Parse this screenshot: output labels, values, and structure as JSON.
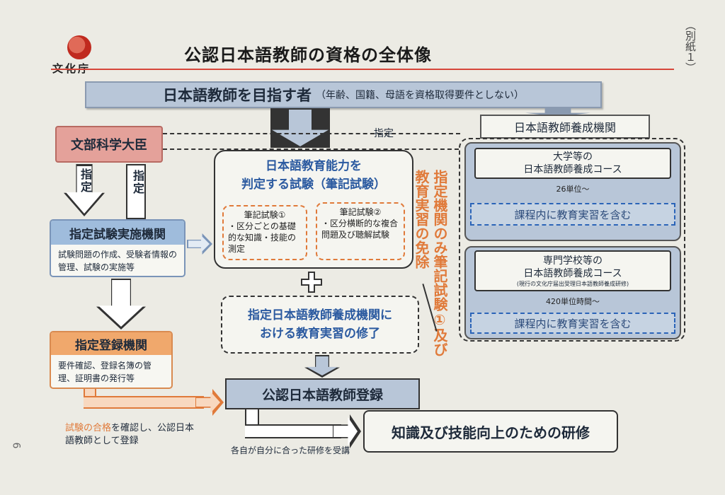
{
  "header": {
    "agency": "文化庁",
    "title": "公認日本語教師の資格の全体像",
    "annex": "（別紙１）",
    "page_number": "6"
  },
  "banner": {
    "main": "日本語教師を目指す者",
    "sub": "（年齢、国籍、母語を資格取得要件としない）"
  },
  "minister": "文部科学大臣",
  "designate_labels": {
    "top": "指定",
    "left1": "指定",
    "left2": "指定"
  },
  "exam_org": {
    "title": "指定試験実施機関",
    "body": "試験問題の作成、受験者情報の管理、試験の実施等"
  },
  "reg_org": {
    "title": "指定登録機関",
    "body": "要件確認、登録名簿の管理、証明書の発行等"
  },
  "exam": {
    "title_line1": "日本語教育能力を",
    "title_line2": "判定する試験（筆記試験）",
    "part1_title": "筆記試験①",
    "part1_body": "・区分ごとの基礎的な知識・技能の測定",
    "part2_title": "筆記試験②",
    "part2_body": "・区分横断的な複合問題及び聴解試験"
  },
  "practice": {
    "line1": "指定日本語教師養成機関に",
    "line2": "おける教育実習の修了"
  },
  "exemption": {
    "line1": "指定機関のみ筆記試験①及び",
    "line2": "教育実習の免除"
  },
  "institution": {
    "label": "日本語教師養成機関",
    "university": {
      "line1": "大学等の",
      "line2": "日本語教師養成コース",
      "units": "26単位～",
      "includes": "課程内に教育実習を含む"
    },
    "vocational": {
      "line1": "専門学校等の",
      "line2": "日本語教師養成コース",
      "note": "(現行の文化庁届出受理日本語教師養成研修)",
      "units": "420単位時間～",
      "includes": "課程内に教育実習を含む"
    }
  },
  "registration": "公認日本語教師登録",
  "training": "知識及び技能向上のための研修",
  "notes": {
    "pass_highlight": "試験の合格",
    "pass_rest1": "を確認し、公認日本",
    "pass_rest2": "語教師として登録",
    "self_training": "各自が自分に合った研修を受講"
  },
  "colors": {
    "accent_blue": "#b8c6d8",
    "minister_red": "#e4a19a",
    "orange": "#e07a3a",
    "title_blue": "#2b5aa0"
  }
}
